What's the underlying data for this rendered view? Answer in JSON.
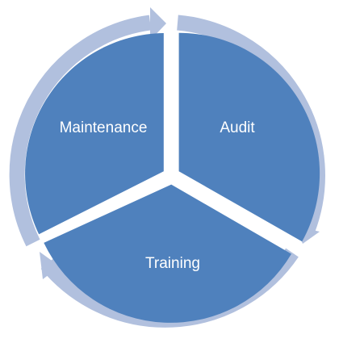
{
  "diagram": {
    "type": "cycle",
    "segments": [
      {
        "label": "Audit"
      },
      {
        "label": "Training"
      },
      {
        "label": "Maintenance"
      }
    ]
  },
  "colors": {
    "segment_fill": "#4f81bd",
    "ring_arrow": "#b1c0de",
    "label_text": "#ffffff"
  }
}
